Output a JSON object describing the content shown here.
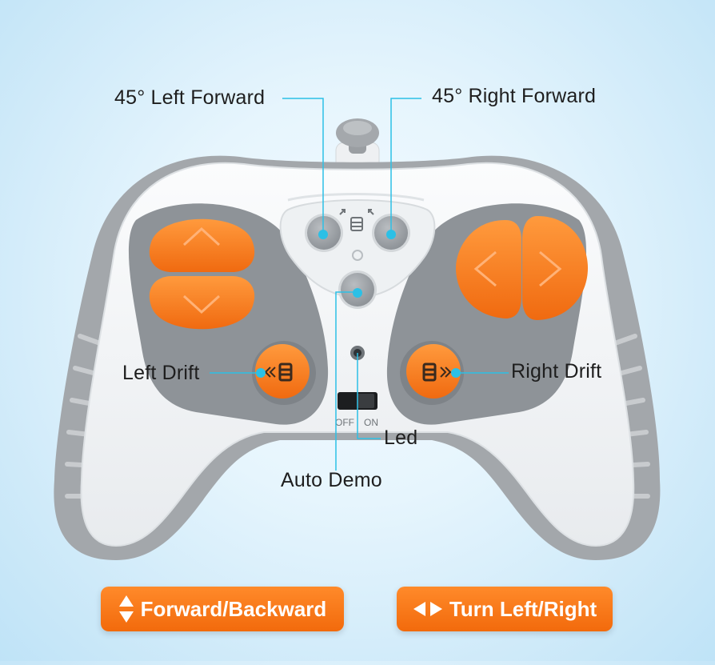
{
  "callouts": {
    "left_forward": "45° Left Forward",
    "right_forward": "45° Right Forward",
    "left_drift": "Left Drift",
    "right_drift": "Right Drift",
    "led": "Led",
    "auto_demo": "Auto Demo"
  },
  "switch": {
    "off_label": "OFF",
    "on_label": "ON"
  },
  "legend": {
    "forward_backward": "Forward/Backward",
    "turn_left_right": "Turn Left/Right"
  },
  "icons": {
    "up_down": "up-down-arrows-icon",
    "left_right": "left-right-arrows-icon"
  },
  "colors": {
    "orange": "#f47a1f",
    "controller_white": "#f1f3f5",
    "controller_gray": "#8f9499",
    "callout_line": "#2cc0e6"
  }
}
